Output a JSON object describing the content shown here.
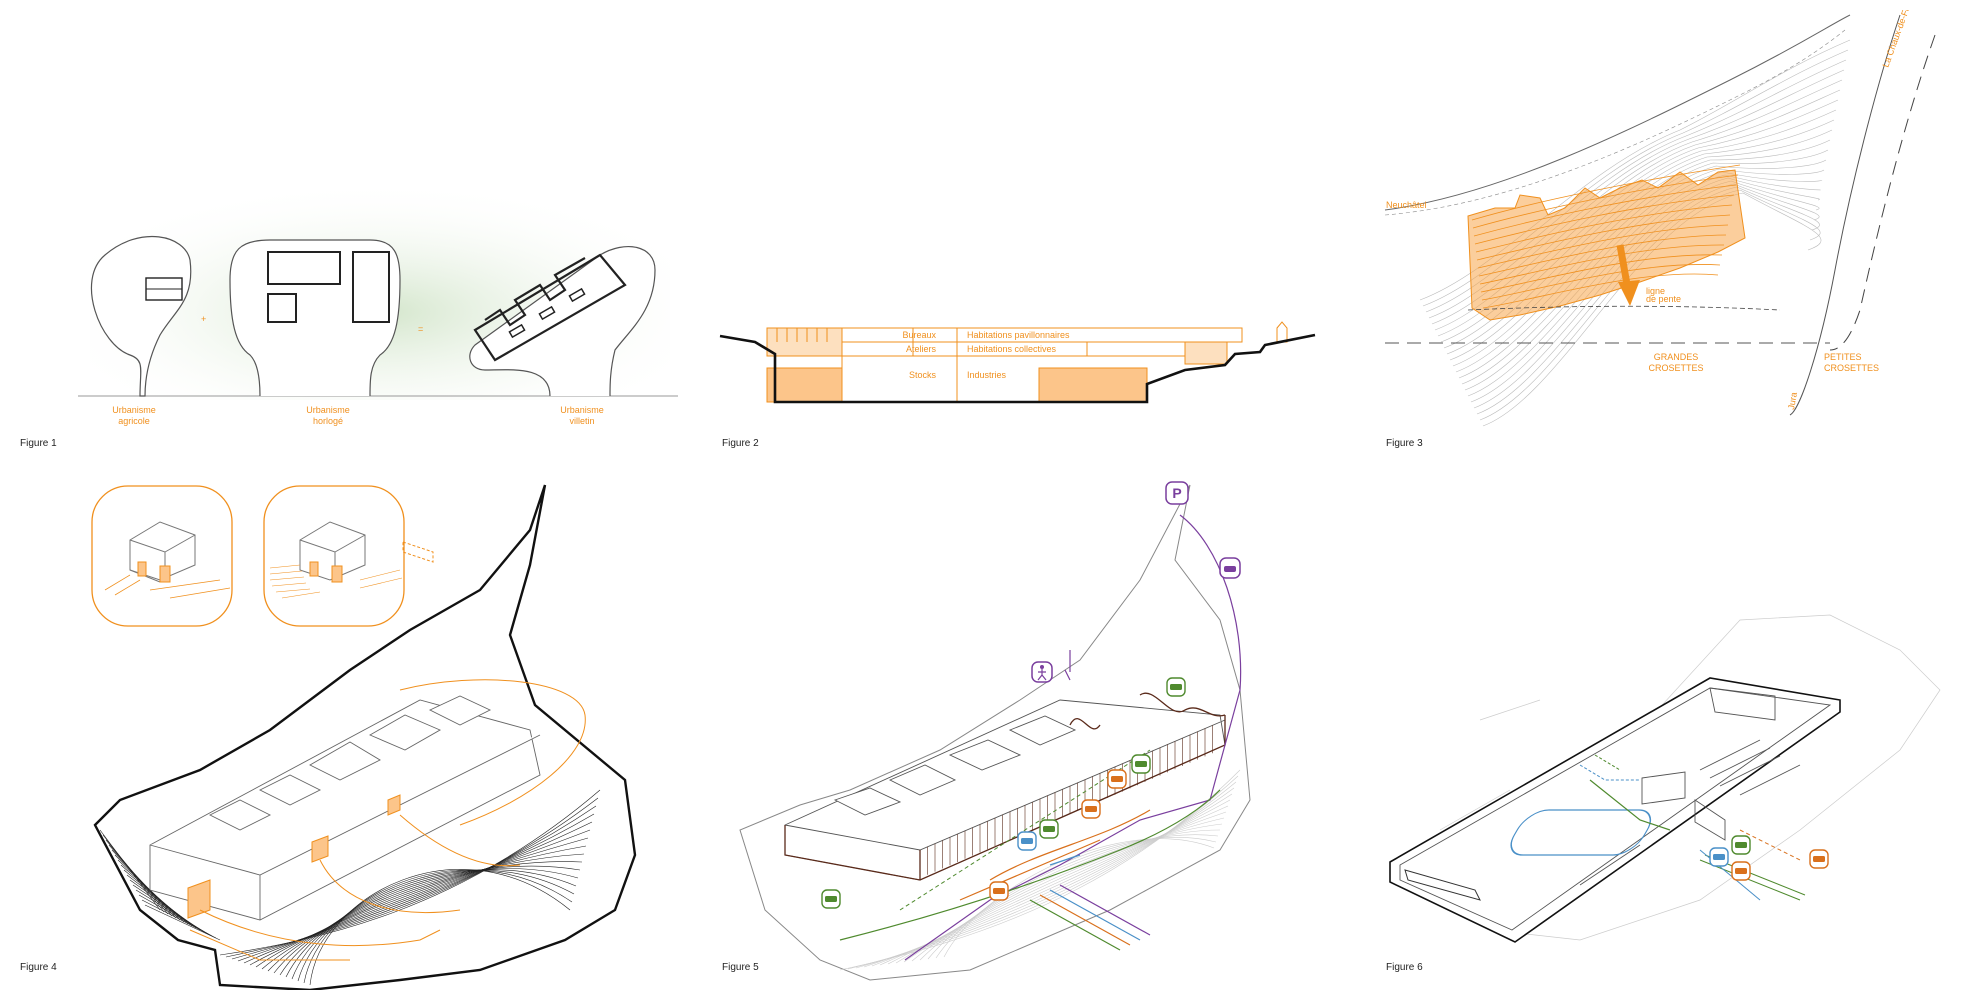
{
  "colors": {
    "accent": "#f0901e",
    "accent_fill": "#fcc58a",
    "line": "#222222",
    "green": "#4f8a2e",
    "purple": "#7a3f9e",
    "blue": "#4a90c8",
    "orange_icon": "#d9701c"
  },
  "figure1": {
    "caption": "Figure 1",
    "label_agricole_1": "Urbanisme",
    "label_agricole_2": "agricole",
    "label_horloge_1": "Urbanisme",
    "label_horloge_2": "horlogé",
    "label_villetin_1": "Urbanisme",
    "label_villetin_2": "villetin"
  },
  "figure2": {
    "caption": "Figure 2",
    "label_bureaux": "Bureaux",
    "label_ateliers": "Ateliers",
    "label_stocks": "Stocks",
    "label_hab_pav": "Habitations pavillonnaires",
    "label_hab_col": "Habitations collectives",
    "label_industries": "Industries"
  },
  "figure3": {
    "caption": "Figure 3",
    "label_neuchatel": "Neuchâtel",
    "label_chaux": "La Chaux-de-Fonds",
    "label_ligne_1": "ligne",
    "label_ligne_2": "de pente",
    "label_grandes_1": "GRANDES",
    "label_grandes_2": "CROSETTES",
    "label_petites_1": "PETITES",
    "label_petites_2": "CROSETTES",
    "label_jura": "Jura"
  },
  "figure4": {
    "caption": "Figure 4"
  },
  "figure5": {
    "caption": "Figure 5",
    "parking_letter": "P"
  },
  "figure6": {
    "caption": "Figure 6"
  },
  "icons": [
    "house-section-icon",
    "parking-icon",
    "pedestrian-icon",
    "car-icon",
    "truck-icon",
    "van-icon"
  ]
}
